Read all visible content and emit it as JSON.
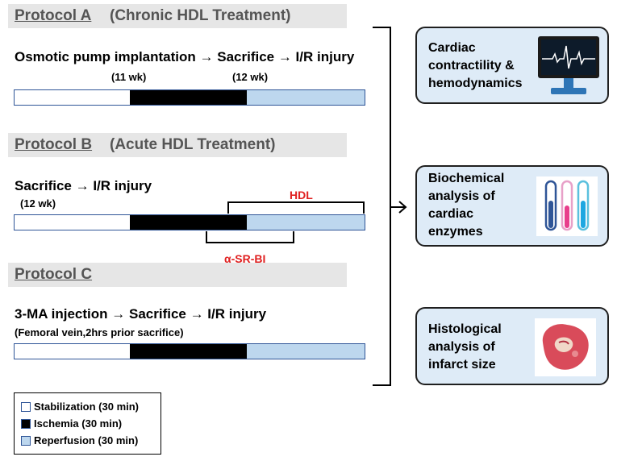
{
  "protocols": [
    {
      "label": "Protocol A",
      "subtitle": "(Chronic HDL Treatment)",
      "steps": "Osmotic pump implantation → Sacrifice → I/R injury",
      "note_1": "(11 wk)",
      "note_2": "(12 wk)"
    },
    {
      "label": "Protocol B",
      "subtitle": "(Acute HDL Treatment)",
      "steps": "Sacrifice → I/R injury",
      "note_1": "(12 wk)",
      "hdl_label": "HDL",
      "srbi_label": "α-SR-BI"
    },
    {
      "label": "Protocol C",
      "steps": "3-MA injection → Sacrifice → I/R injury",
      "note_1": "(Femoral vein,2hrs prior sacrifice)"
    }
  ],
  "outcomes": [
    {
      "text": "Cardiac\ncontractility &\nhemodynamics",
      "icon": "monitor-ecg-icon"
    },
    {
      "text": "Biochemical\nanalysis of\ncardiac\nenzymes",
      "icon": "test-tubes-icon"
    },
    {
      "text": "Histological\nanalysis of\ninfarct size",
      "icon": "heart-section-icon"
    }
  ],
  "legend": [
    {
      "label": "Stabilization (30 min)",
      "color": "#ffffff"
    },
    {
      "label": "Ischemia (30 min)",
      "color": "#000000"
    },
    {
      "label": "Reperfusion (30 min)",
      "color": "#bdd7ee"
    }
  ],
  "colors": {
    "bar_border": "#2f5597",
    "reperfusion": "#bdd7ee",
    "outcome_fill": "#deebf7",
    "annotation_red": "#e02020",
    "header_band": "#e6e6e6"
  }
}
